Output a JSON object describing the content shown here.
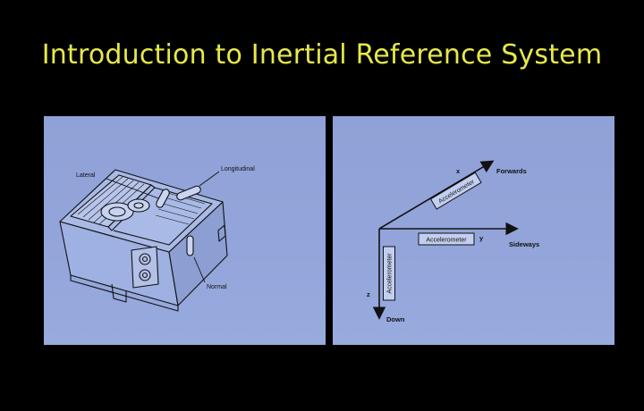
{
  "slide": {
    "title": "Introduction to Inertial Reference System"
  },
  "left_diagram": {
    "labels": {
      "lateral": "Lateral",
      "longitudinal": "Longitudinal",
      "normal": "Normal"
    }
  },
  "right_diagram": {
    "axes": {
      "x_letter": "x",
      "x_name": "Forwards",
      "y_letter": "y",
      "y_name": "Sideways",
      "z_letter": "z",
      "z_name": "Down"
    },
    "sensor_label": "Accelerometer"
  },
  "colors": {
    "background": "#000000",
    "title": "#e6e84a",
    "panel": "#93a5da",
    "ink": "#111111"
  }
}
